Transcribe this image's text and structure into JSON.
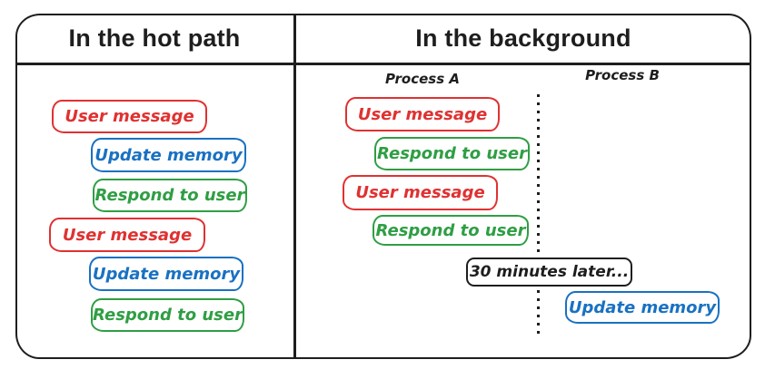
{
  "hot_path": {
    "title": "In the hot path",
    "boxes": [
      {
        "label": "User message",
        "color": "red"
      },
      {
        "label": "Update memory",
        "color": "blue"
      },
      {
        "label": "Respond to user",
        "color": "green"
      },
      {
        "label": "User message",
        "color": "red"
      },
      {
        "label": "Update memory",
        "color": "blue"
      },
      {
        "label": "Respond to user",
        "color": "green"
      }
    ]
  },
  "background": {
    "title": "In the background",
    "process_a": {
      "label": "Process A",
      "boxes": [
        {
          "label": "User message",
          "color": "red"
        },
        {
          "label": "Respond to user",
          "color": "green"
        },
        {
          "label": "User message",
          "color": "red"
        },
        {
          "label": "Respond to user",
          "color": "green"
        }
      ]
    },
    "process_b": {
      "label": "Process B",
      "boxes": [
        {
          "label": "Update memory",
          "color": "blue"
        }
      ]
    },
    "time_note": "30 minutes later..."
  },
  "colors": {
    "red": "#e03131",
    "blue": "#1971c2",
    "green": "#2f9e44",
    "ink": "#1e1e1e"
  }
}
